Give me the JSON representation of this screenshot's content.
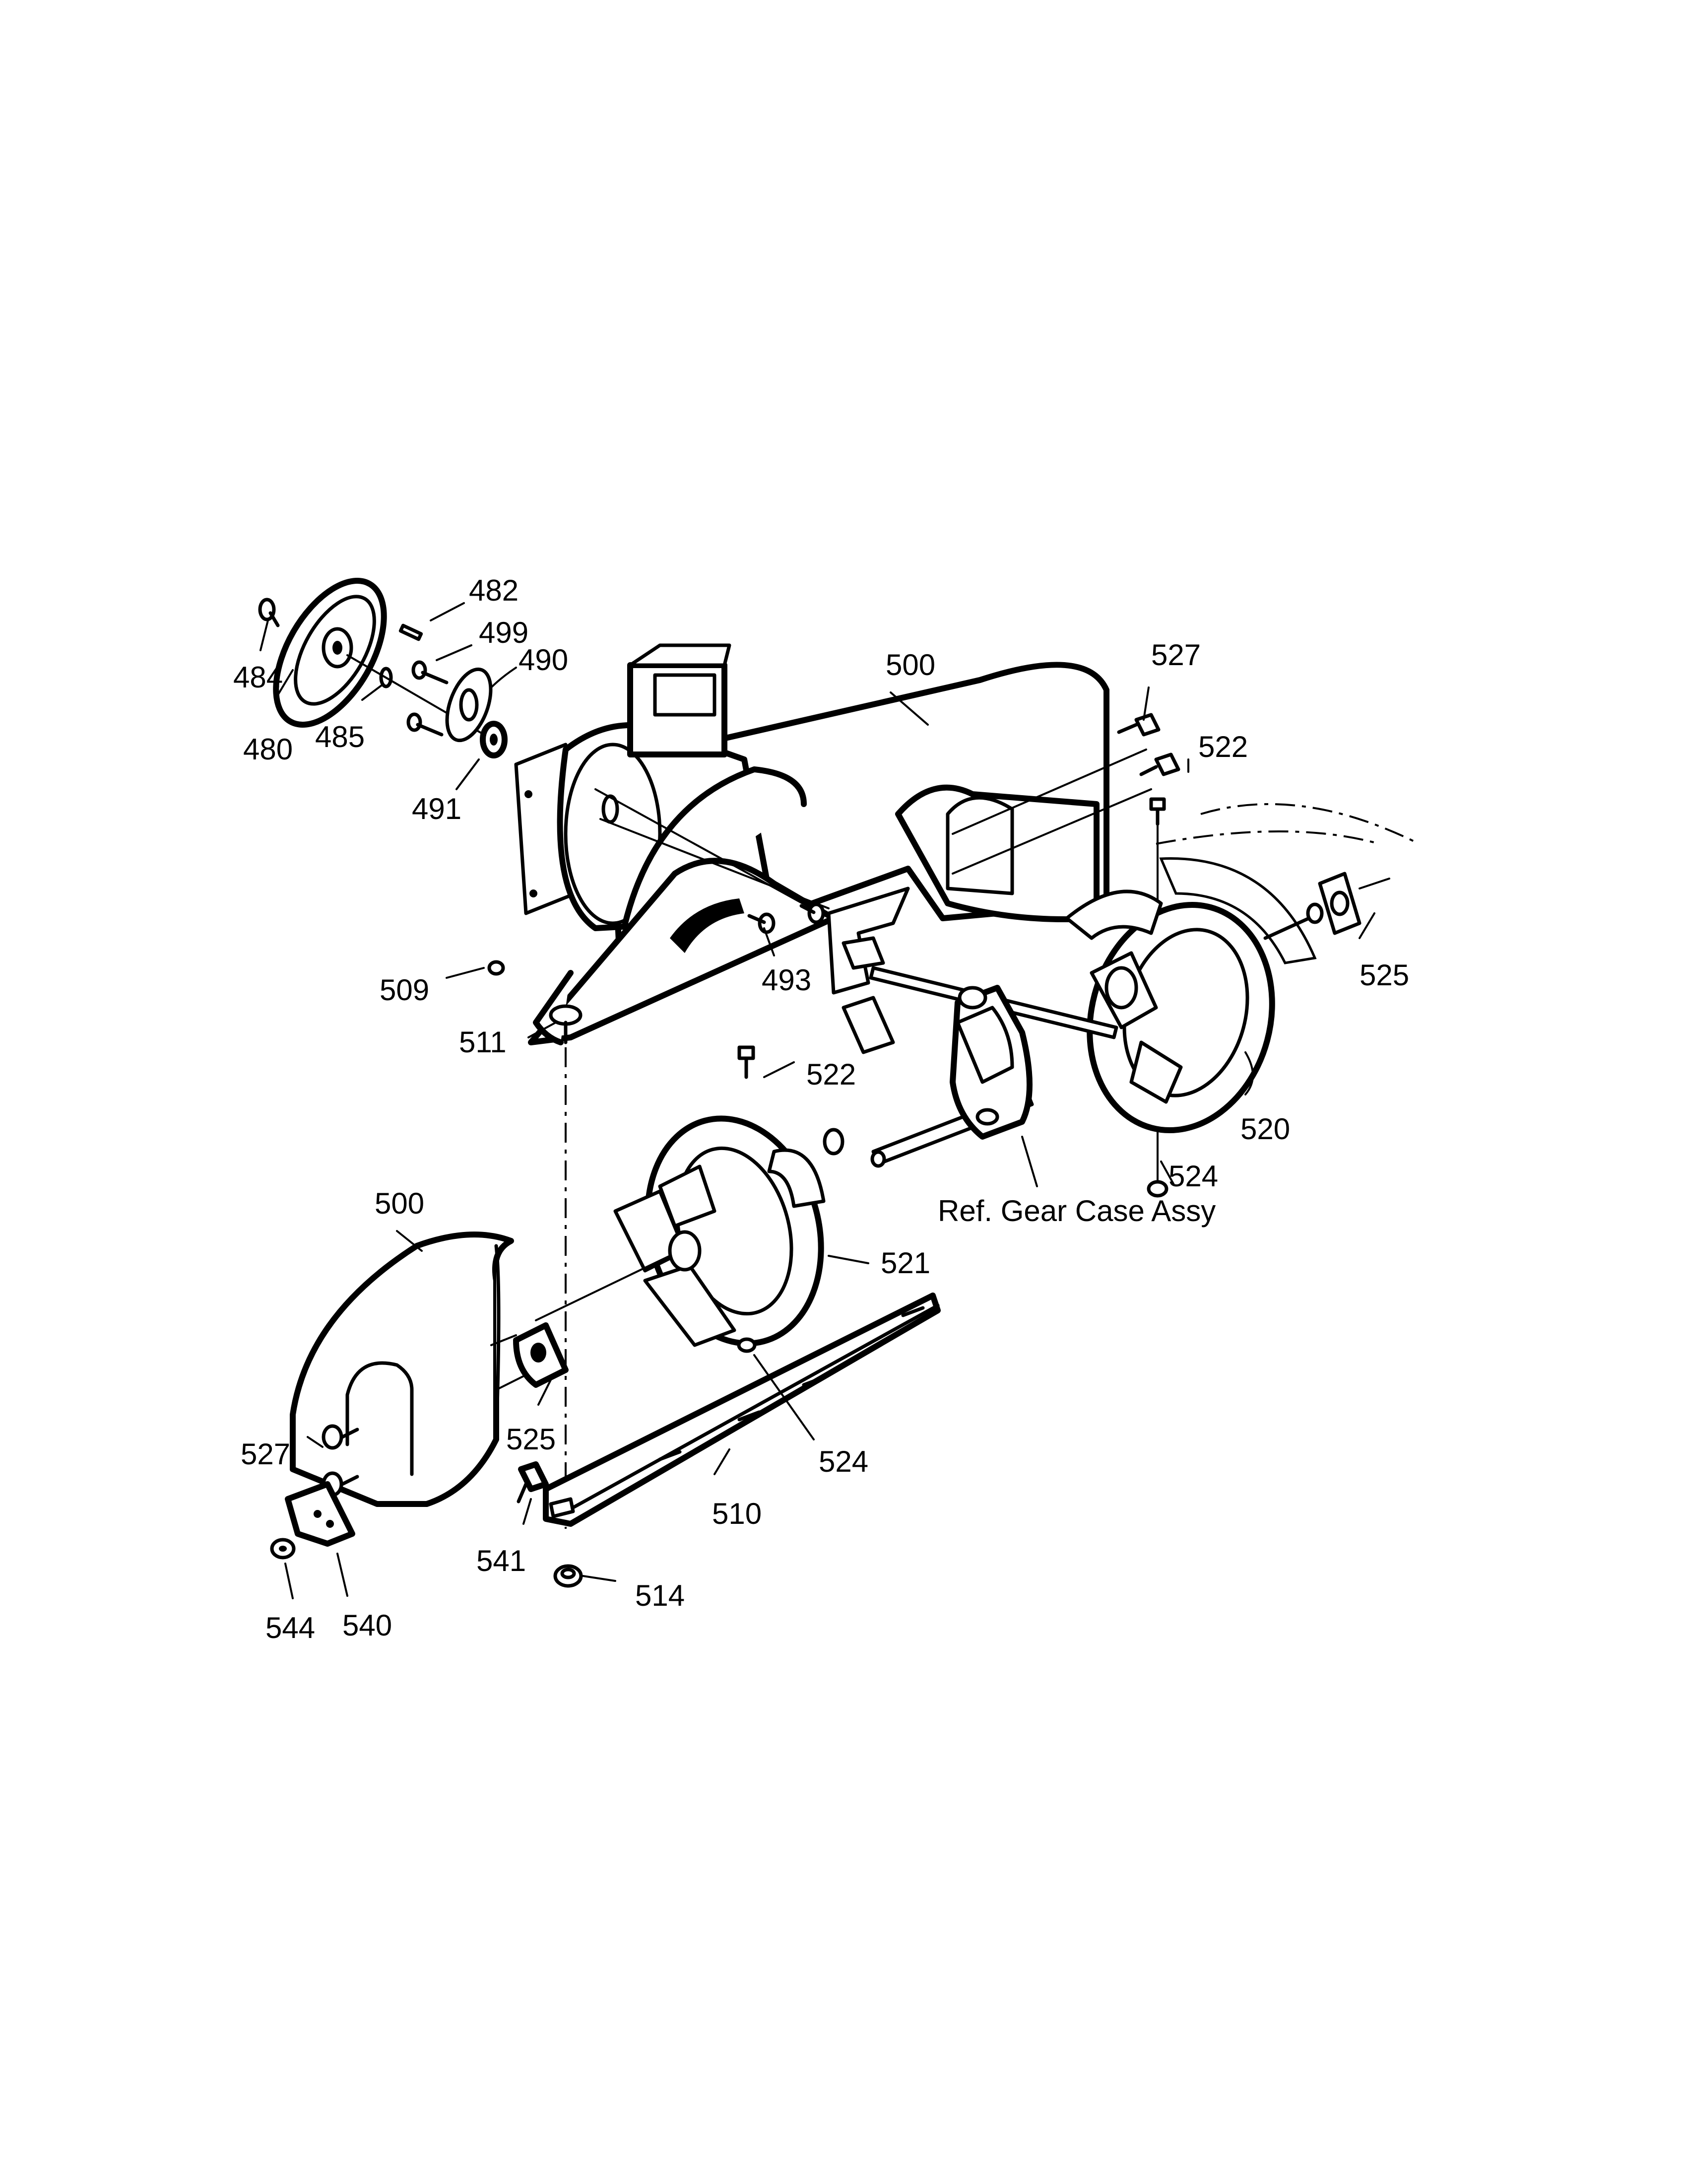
{
  "diagram": {
    "callouts": [
      {
        "id": "c482",
        "text": "482"
      },
      {
        "id": "c499",
        "text": "499"
      },
      {
        "id": "c490",
        "text": "490"
      },
      {
        "id": "c484",
        "text": "484"
      },
      {
        "id": "c480",
        "text": "480"
      },
      {
        "id": "c485",
        "text": "485"
      },
      {
        "id": "c491",
        "text": "491"
      },
      {
        "id": "c500top",
        "text": "500"
      },
      {
        "id": "c527top",
        "text": "527"
      },
      {
        "id": "c522top",
        "text": "522"
      },
      {
        "id": "c525right",
        "text": "525"
      },
      {
        "id": "c509",
        "text": "509"
      },
      {
        "id": "c493",
        "text": "493"
      },
      {
        "id": "c511",
        "text": "511"
      },
      {
        "id": "c522mid",
        "text": "522"
      },
      {
        "id": "c520",
        "text": "520"
      },
      {
        "id": "c524right",
        "text": "524"
      },
      {
        "id": "cgear",
        "text": "Ref. Gear Case Assy"
      },
      {
        "id": "c500bottom",
        "text": "500"
      },
      {
        "id": "c521",
        "text": "521"
      },
      {
        "id": "c527bottom",
        "text": "527"
      },
      {
        "id": "c525bottom",
        "text": "525"
      },
      {
        "id": "c524bottom",
        "text": "524"
      },
      {
        "id": "c541",
        "text": "541"
      },
      {
        "id": "c510",
        "text": "510"
      },
      {
        "id": "c514",
        "text": "514"
      },
      {
        "id": "c544",
        "text": "544"
      },
      {
        "id": "c540",
        "text": "540"
      }
    ]
  }
}
